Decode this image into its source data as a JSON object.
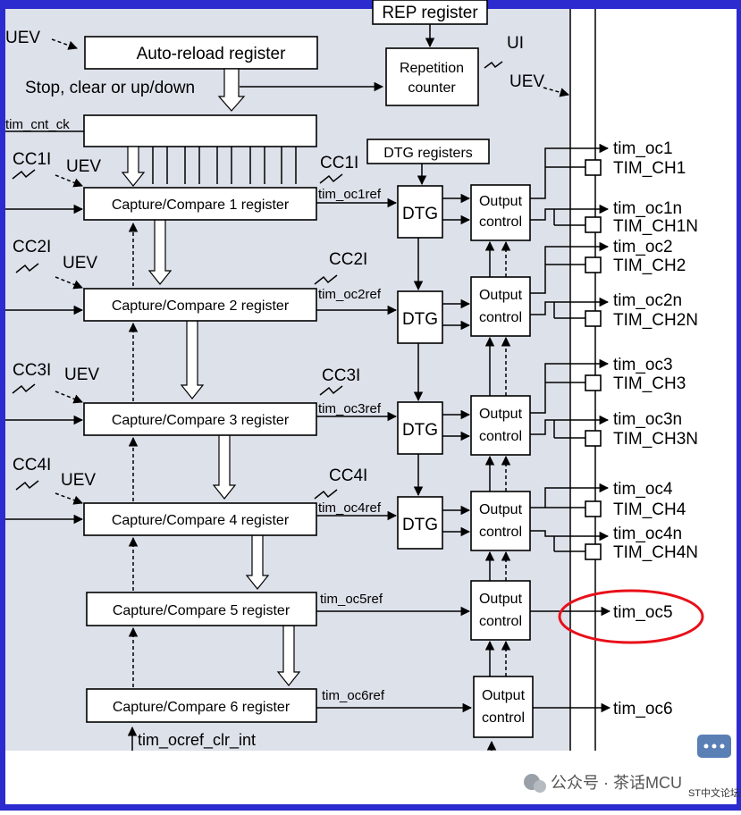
{
  "colors": {
    "frame": "#2b2bd0",
    "panel": "#dde1ea",
    "highlight": "#e8101a"
  },
  "top": {
    "rep_register": "REP register",
    "repetition_counter": [
      "Repetition",
      "counter"
    ],
    "auto_reload": "Auto-reload register",
    "stop_clear": "Stop, clear or up/down",
    "uev_left": "UEV",
    "ui": "UI",
    "uev_right": "UEV",
    "tim_cnt_ck": "tim_cnt_ck",
    "dtg_registers": "DTG registers"
  },
  "channels": [
    {
      "int_label": "CC1I",
      "uev": "UEV",
      "register": "Capture/Compare 1 register",
      "ccr_label": "CC1I",
      "ref": "tim_oc1ref",
      "dtg": "DTG",
      "out_ctrl": [
        "Output",
        "control"
      ],
      "out_a": "tim_oc1",
      "pin_a": "TIM_CH1",
      "out_b": "tim_oc1n",
      "pin_b": "TIM_CH1N"
    },
    {
      "int_label": "CC2I",
      "uev": "UEV",
      "register": "Capture/Compare 2 register",
      "ccr_label": "CC2I",
      "ref": "tim_oc2ref",
      "dtg": "DTG",
      "out_ctrl": [
        "Output",
        "control"
      ],
      "out_a": "tim_oc2",
      "pin_a": "TIM_CH2",
      "out_b": "tim_oc2n",
      "pin_b": "TIM_CH2N"
    },
    {
      "int_label": "CC3I",
      "uev": "UEV",
      "register": "Capture/Compare 3 register",
      "ccr_label": "CC3I",
      "ref": "tim_oc3ref",
      "dtg": "DTG",
      "out_ctrl": [
        "Output",
        "control"
      ],
      "out_a": "tim_oc3",
      "pin_a": "TIM_CH3",
      "out_b": "tim_oc3n",
      "pin_b": "TIM_CH3N"
    },
    {
      "int_label": "CC4I",
      "uev": "UEV",
      "register": "Capture/Compare 4 register",
      "ccr_label": "CC4I",
      "ref": "tim_oc4ref",
      "dtg": "DTG",
      "out_ctrl": [
        "Output",
        "control"
      ],
      "out_a": "tim_oc4",
      "pin_a": "TIM_CH4",
      "out_b": "tim_oc4n",
      "pin_b": "TIM_CH4N"
    },
    {
      "register": "Capture/Compare 5 register",
      "ref": "tim_oc5ref",
      "out_ctrl": [
        "Output",
        "control"
      ],
      "out_a": "tim_oc5"
    },
    {
      "register": "Capture/Compare 6 register",
      "ref": "tim_oc6ref",
      "out_ctrl": [
        "Output",
        "control"
      ],
      "out_a": "tim_oc6"
    }
  ],
  "bottom": {
    "clr_int": "tim_ocref_clr_int"
  },
  "watermark": {
    "text": "公众号 · 茶话MCU",
    "badge": "ST中文论坛"
  }
}
